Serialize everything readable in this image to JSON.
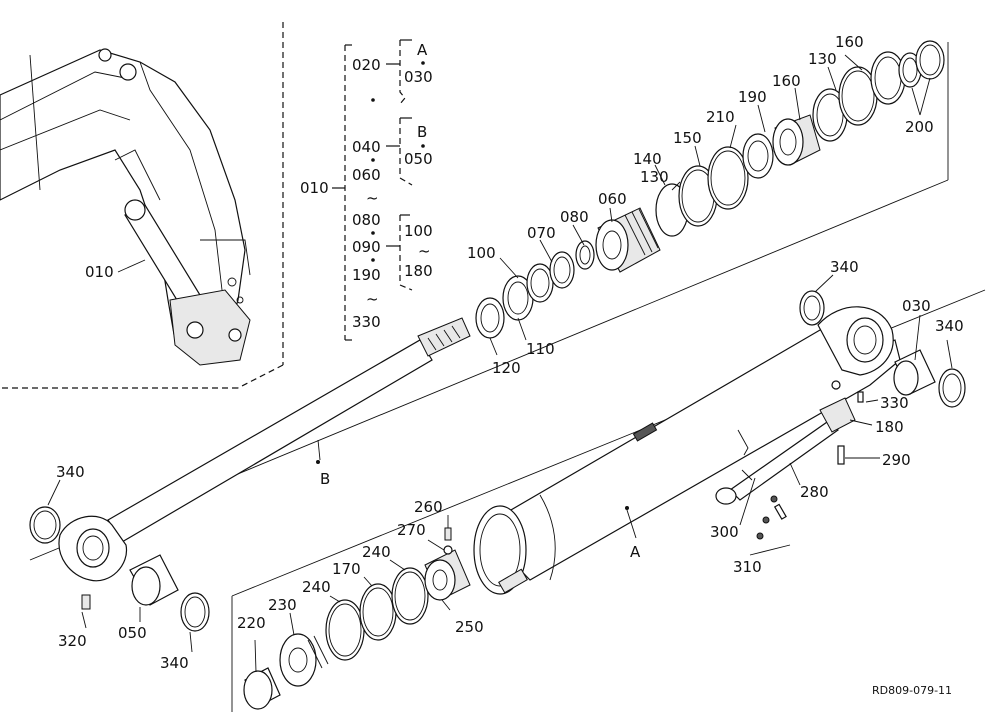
{
  "diagram": {
    "drawing_code": "RD809-079-11",
    "callouts": {
      "c010_inset": "010",
      "c010_tree": "010",
      "c020": "020",
      "c030_tree": "030",
      "c040": "040",
      "c050_tree": "050",
      "c060_tree": "060",
      "c080_tree": "080",
      "c090": "090",
      "c190_tree": "190",
      "c330_tree": "330",
      "c100_tree": "100",
      "c180_tree": "180",
      "groupA": "A",
      "groupB": "B",
      "tilde1": "~",
      "tilde2": "~",
      "tilde3": "~",
      "p060": "060",
      "p070": "070",
      "p080": "080",
      "p100": "100",
      "p110": "110",
      "p120": "120",
      "p130a": "130",
      "p140": "140",
      "p150": "150",
      "p210": "210",
      "p190": "190",
      "p160a": "160",
      "p130b": "130",
      "p160b": "160",
      "p200": "200",
      "p340a": "340",
      "p030": "030",
      "p340b": "340",
      "p330": "330",
      "p180": "180",
      "p290": "290",
      "p280": "280",
      "p300": "300",
      "p310": "310",
      "pA": "A",
      "pB": "B",
      "p340c": "340",
      "p320": "320",
      "p050": "050",
      "p340d": "340",
      "p260": "260",
      "p270": "270",
      "p240a": "240",
      "p170": "170",
      "p240b": "240",
      "p230": "230",
      "p220": "220",
      "p250": "250"
    }
  }
}
